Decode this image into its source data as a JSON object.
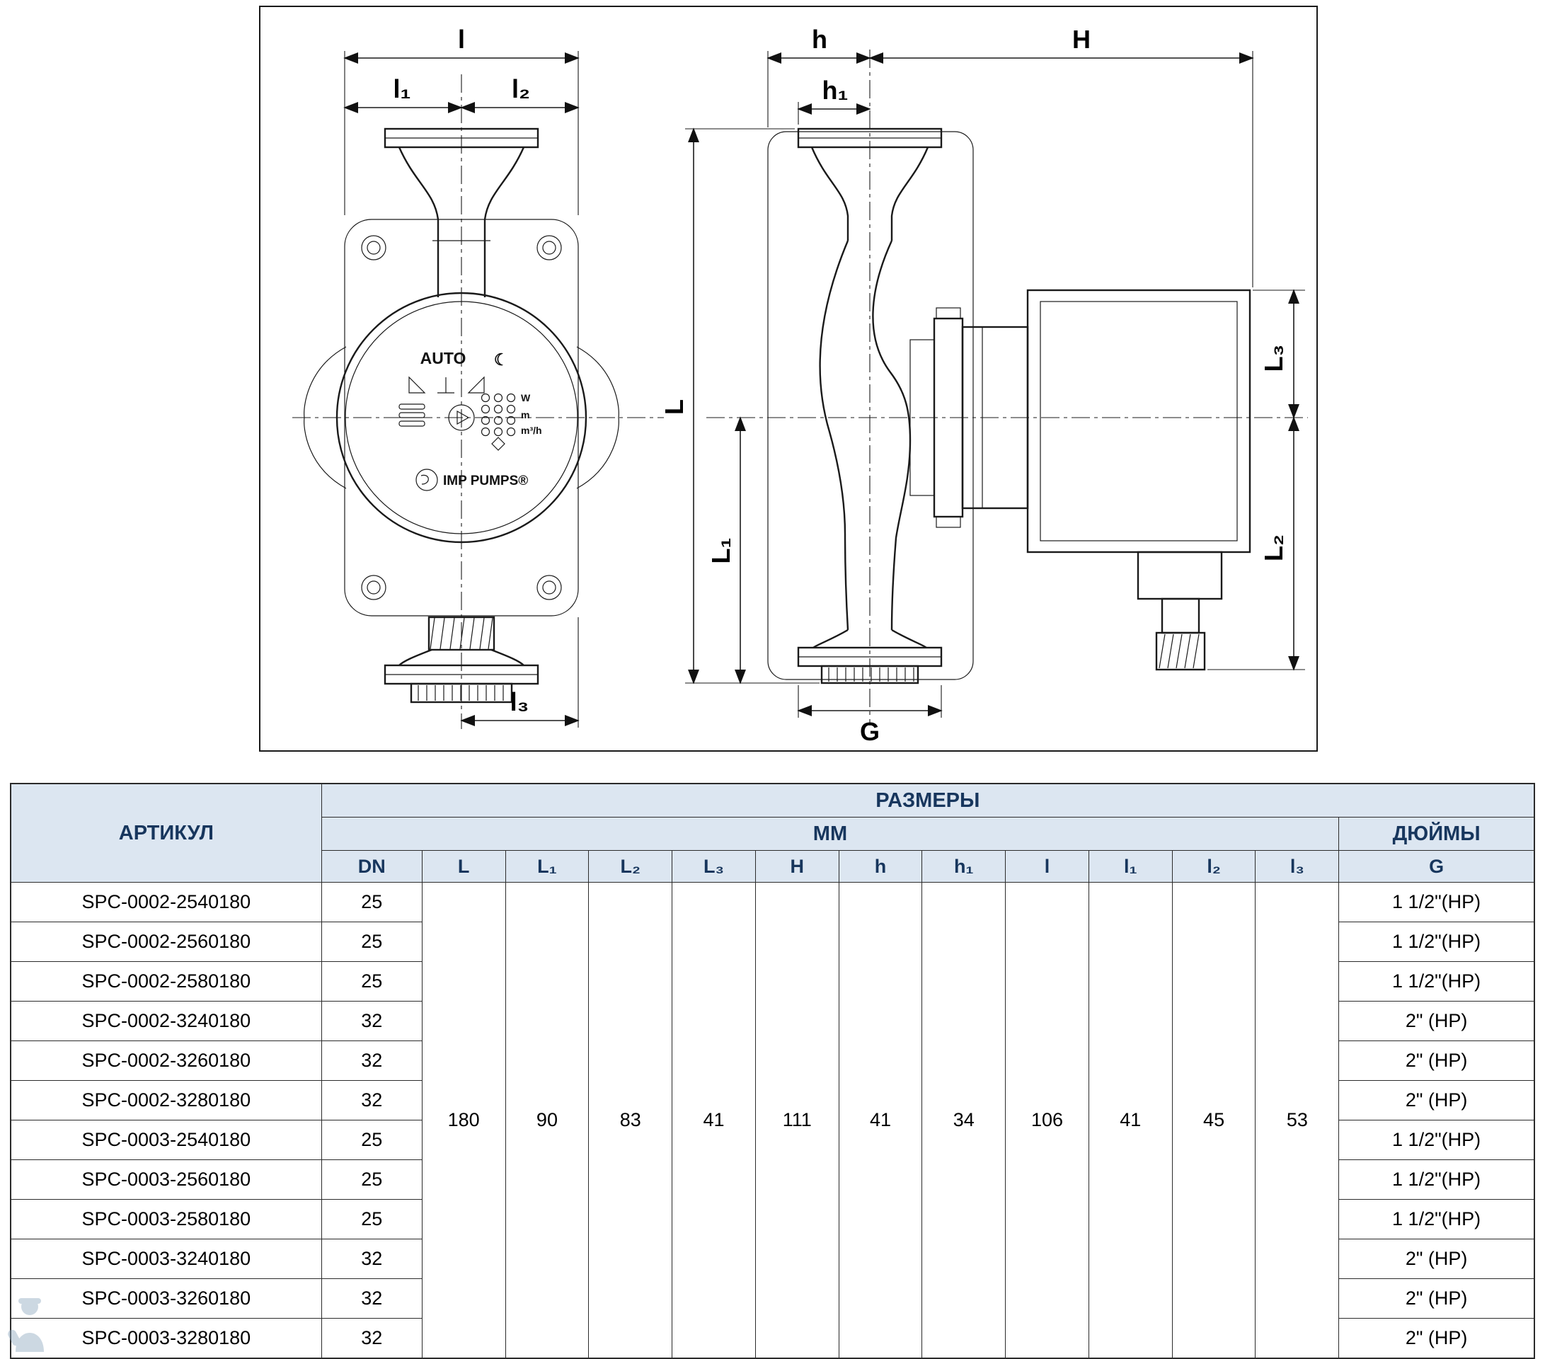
{
  "drawing": {
    "dims": {
      "l": "l",
      "l1": "l₁",
      "l2": "l₂",
      "l3": "l₃",
      "h": "h",
      "h1": "h₁",
      "H": "H",
      "L": "L",
      "L1": "L₁",
      "L2": "L₂",
      "L3": "L₃",
      "G": "G"
    },
    "front_view": {
      "auto_label": "AUTO",
      "moon_icon": "☾",
      "unit_w": "W",
      "unit_m": "m",
      "unit_m3h": "m³/h",
      "brand": "IMP PUMPS®"
    }
  },
  "table": {
    "headers": {
      "article": "АРТИКУЛ",
      "sizes": "РАЗМЕРЫ",
      "mm": "ММ",
      "inches": "ДЮЙМЫ"
    },
    "columns": [
      "DN",
      "L",
      "L₁",
      "L₂",
      "L₃",
      "H",
      "h",
      "h₁",
      "l",
      "l₁",
      "l₂",
      "l₃",
      "G"
    ],
    "shared_mm": {
      "L": "180",
      "L1": "90",
      "L2": "83",
      "L3": "41",
      "H": "111",
      "h": "41",
      "h1": "34",
      "l": "106",
      "l1": "41",
      "l2": "45",
      "l3": "53"
    },
    "rows": [
      {
        "article": "SPC-0002-2540180",
        "dn": "25",
        "g": "1 1/2\"(НР)"
      },
      {
        "article": "SPC-0002-2560180",
        "dn": "25",
        "g": "1 1/2\"(НР)"
      },
      {
        "article": "SPC-0002-2580180",
        "dn": "25",
        "g": "1 1/2\"(НР)"
      },
      {
        "article": "SPC-0002-3240180",
        "dn": "32",
        "g": "2\" (НР)"
      },
      {
        "article": "SPC-0002-3260180",
        "dn": "32",
        "g": "2\" (НР)"
      },
      {
        "article": "SPC-0002-3280180",
        "dn": "32",
        "g": "2\" (НР)"
      },
      {
        "article": "SPC-0003-2540180",
        "dn": "25",
        "g": "1 1/2\"(НР)"
      },
      {
        "article": "SPC-0003-2560180",
        "dn": "25",
        "g": "1 1/2\"(НР)"
      },
      {
        "article": "SPC-0003-2580180",
        "dn": "25",
        "g": "1 1/2\"(НР)"
      },
      {
        "article": "SPC-0003-3240180",
        "dn": "32",
        "g": "2\" (НР)"
      },
      {
        "article": "SPC-0003-3260180",
        "dn": "32",
        "g": "2\" (НР)"
      },
      {
        "article": "SPC-0003-3280180",
        "dn": "32",
        "g": "2\" (НР)"
      }
    ]
  }
}
